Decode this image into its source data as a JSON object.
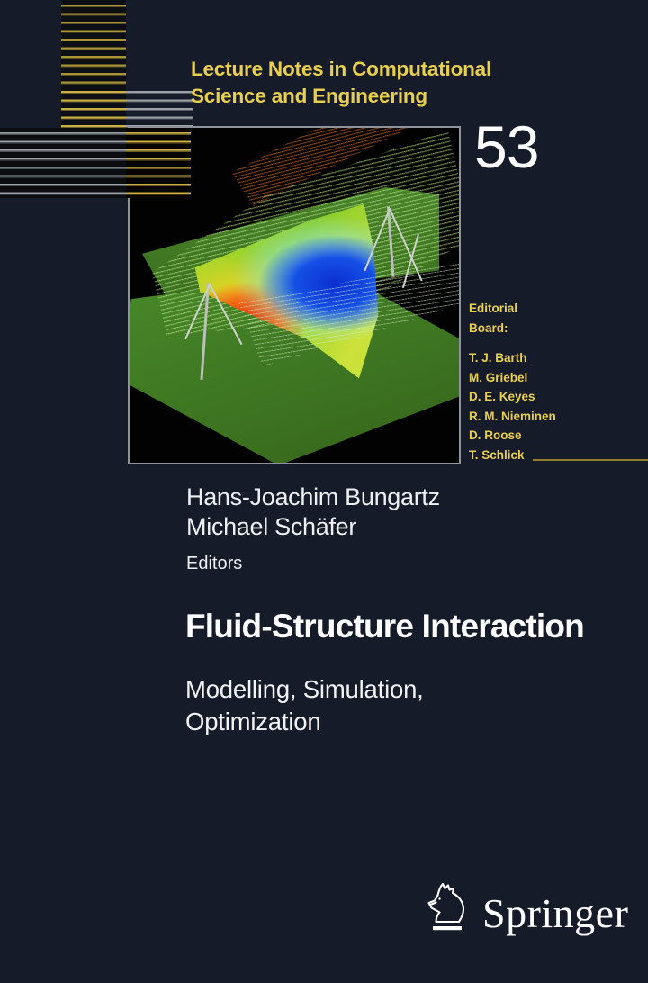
{
  "cover": {
    "background_color": "#161b29",
    "series": {
      "lines": [
        "Lecture Notes in Computational",
        "Science and Engineering"
      ],
      "color": "#e8cf4e"
    },
    "volume_number": "53",
    "volume_color": "#ffffff",
    "artwork": {
      "name": "fluid-structure-interaction-simulation",
      "description": "CFD visualization of a membrane roof structure with coloured pressure field and flow streamlines over a green ground plane",
      "frame_color": "#8e949a",
      "background_color": "#000000"
    },
    "editorial": {
      "heading_line1": "Editorial",
      "heading_line2": "Board:",
      "members": [
        "T. J. Barth",
        "M. Griebel",
        "D. E. Keyes",
        "R. M. Nieminen",
        "D. Roose",
        "T. Schlick"
      ],
      "rule_color": "#8f7d2a"
    },
    "editors": {
      "names": [
        "Hans-Joachim Bungartz",
        "Michael Schäfer"
      ],
      "role": "Editors"
    },
    "title": "Fluid-Structure Interaction",
    "subtitle_lines": [
      "Modelling, Simulation,",
      "Optimization"
    ],
    "publisher": {
      "name": "Springer",
      "mark": "springer-knight-icon"
    }
  }
}
